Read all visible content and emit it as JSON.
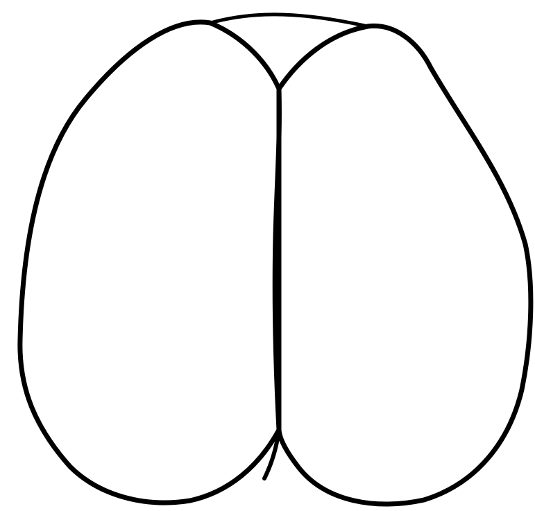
{
  "diagram": {
    "outline_color": "#000000",
    "background_color": "#ffffff",
    "parts": [
      {
        "id": "left-lobe"
      },
      {
        "id": "right-lobe"
      },
      {
        "id": "top-cap"
      },
      {
        "id": "central-divider"
      },
      {
        "id": "bottom-notch"
      }
    ]
  }
}
